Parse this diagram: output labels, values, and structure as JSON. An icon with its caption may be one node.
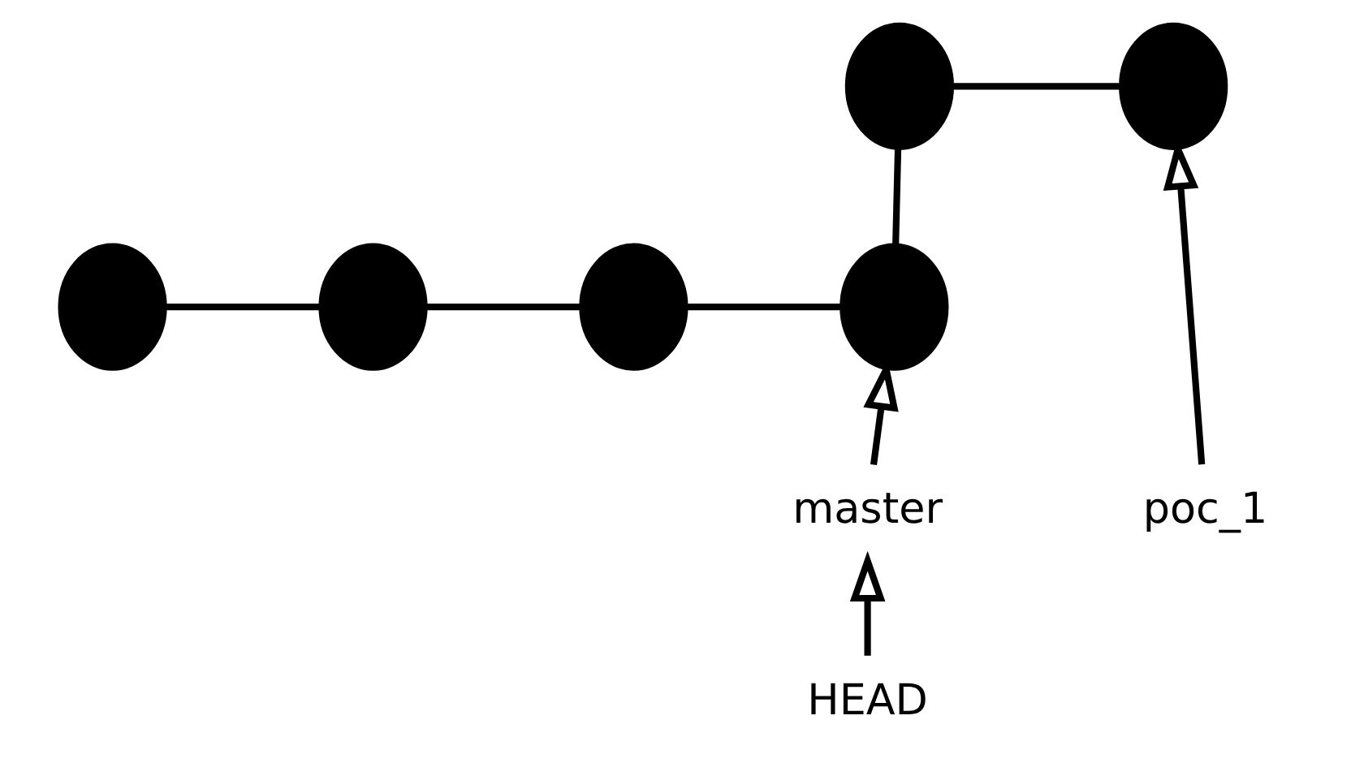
{
  "diagram": {
    "nodes": [
      {
        "text": [],
        "shape": "circle"
      },
      {
        "text": [],
        "shape": "circle"
      },
      {
        "text": [],
        "shape": "circle"
      },
      {
        "text": [],
        "shape": "circle"
      },
      {
        "text": [],
        "shape": "circle"
      },
      {
        "text": [],
        "shape": "circle"
      },
      {
        "text": [
          "master"
        ]
      },
      {
        "text": [
          "HEAD"
        ]
      },
      {
        "text": [
          "poc_1"
        ]
      }
    ],
    "edges": [
      {
        "from": 0,
        "to": 1,
        "arrow": "none"
      },
      {
        "from": 1,
        "to": 2,
        "arrow": "none"
      },
      {
        "from": 2,
        "to": 3,
        "arrow": "none"
      },
      {
        "from": 3,
        "to": 4,
        "arrow": "none"
      },
      {
        "from": 4,
        "to": 5,
        "arrow": "none"
      },
      {
        "from": 6,
        "to": 3,
        "arrow": "to"
      },
      {
        "from": 7,
        "to": 6,
        "arrow": "to"
      },
      {
        "from": 8,
        "to": 5,
        "arrow": "to"
      }
    ]
  }
}
